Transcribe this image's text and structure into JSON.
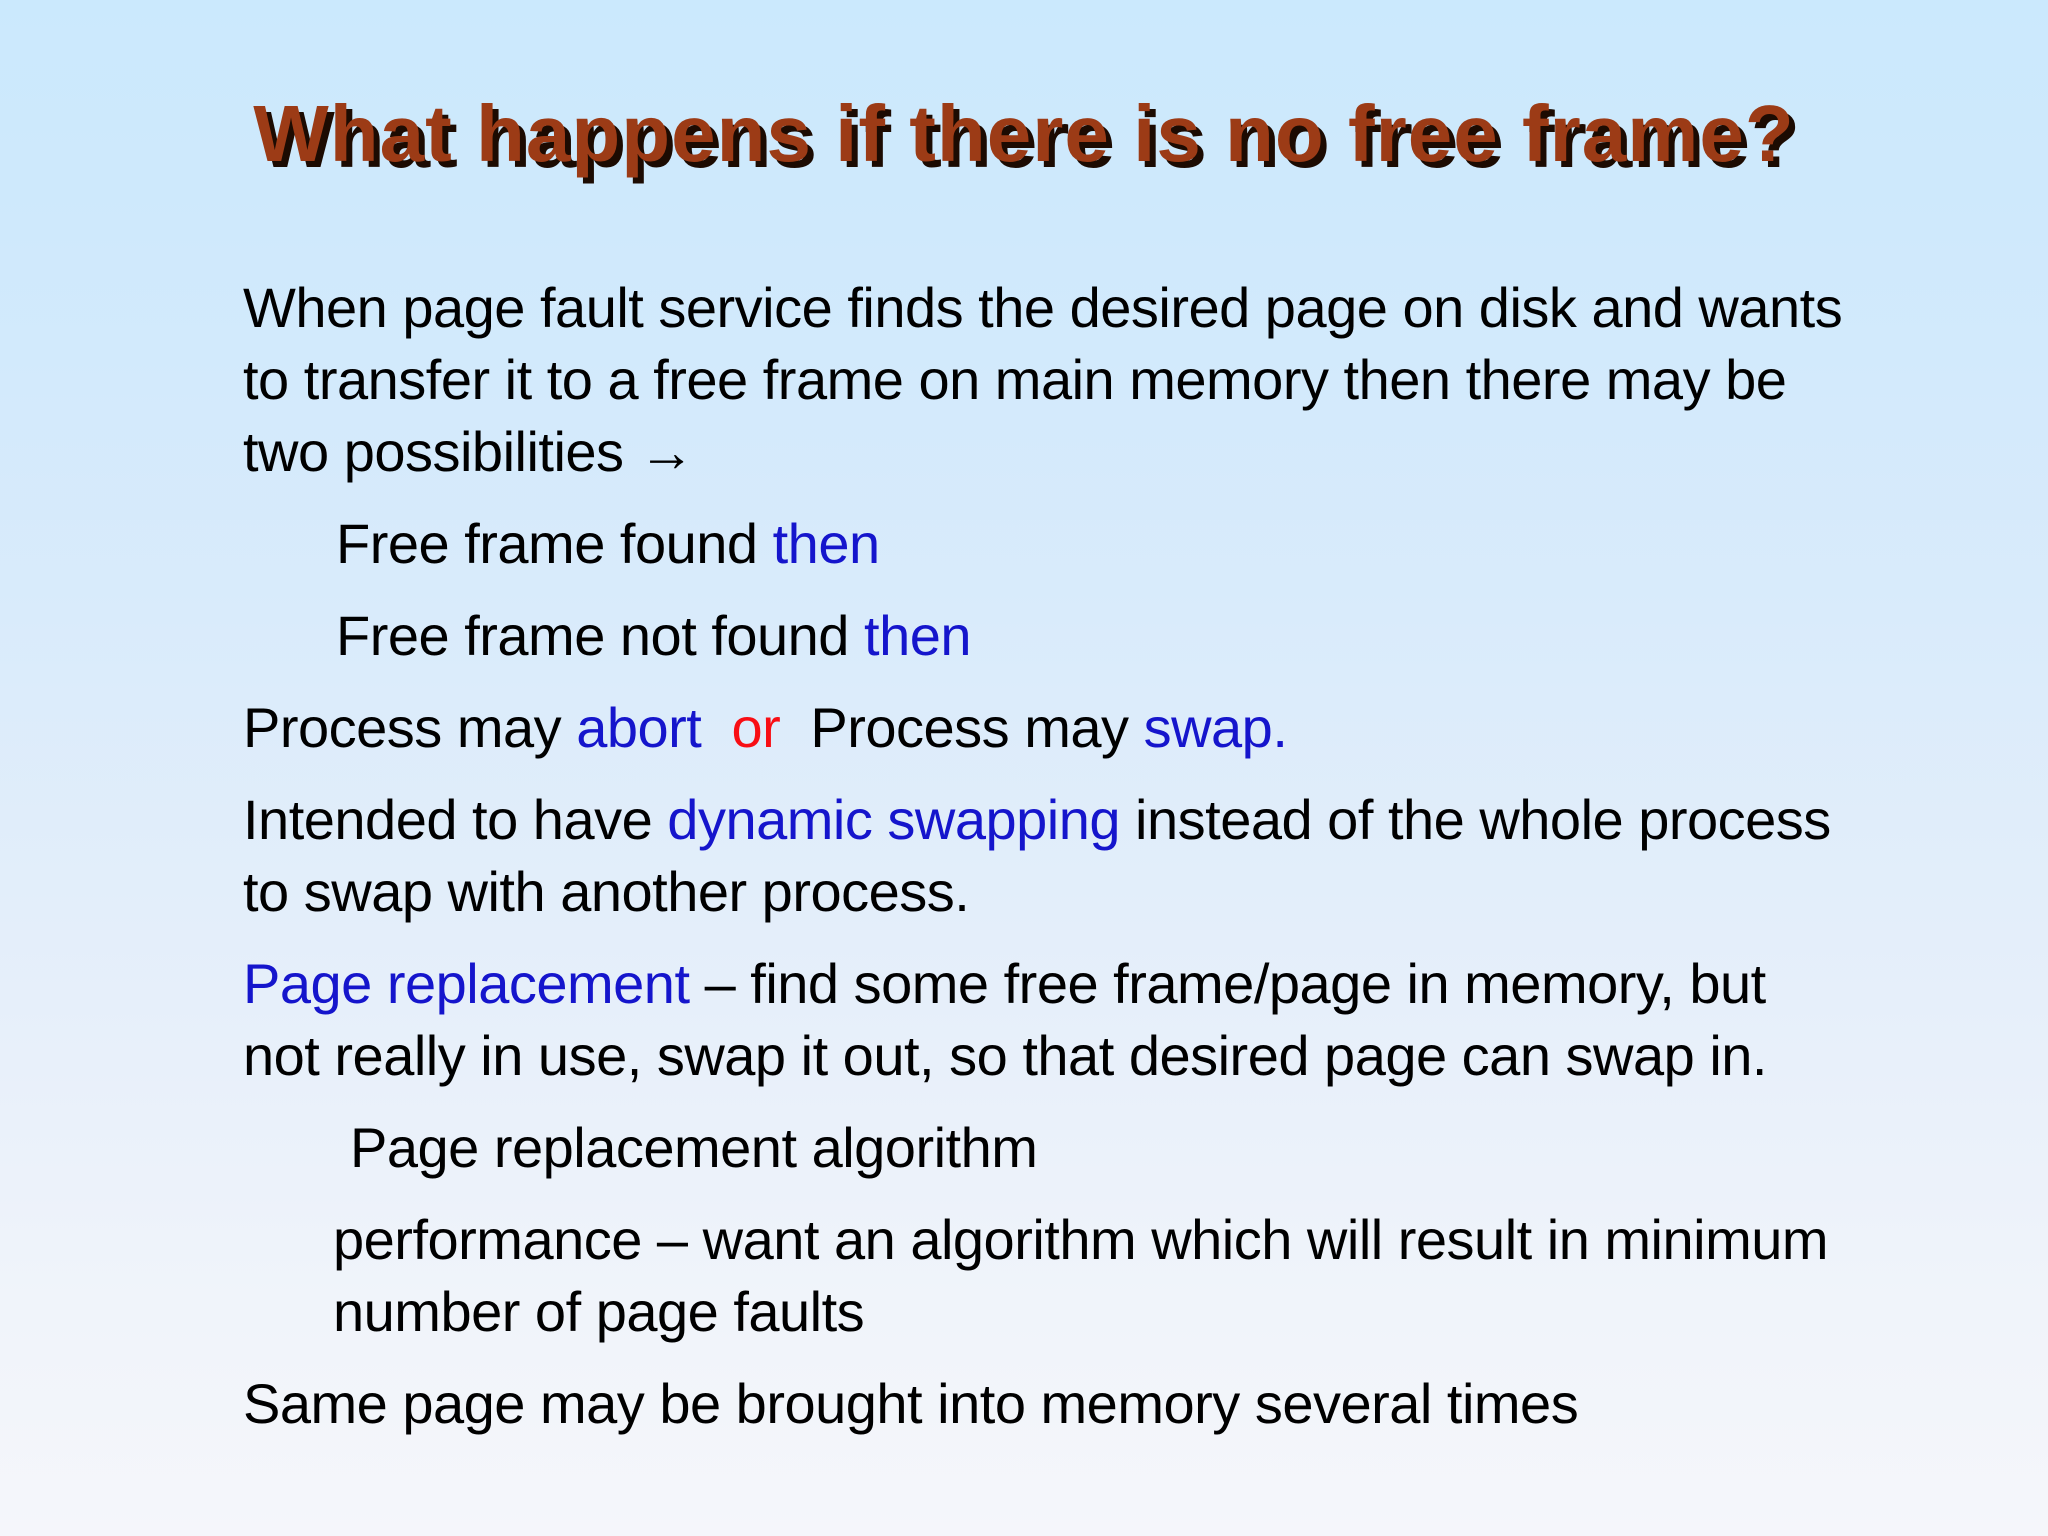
{
  "slide": {
    "title": "What happens if there is no free frame?",
    "palette": {
      "title_color": "#9C3B16",
      "title_shadow": "#1C0B02",
      "body_text": "#000000",
      "accent_blue": "#1515CC",
      "accent_red": "#F80E14",
      "background_top": "#CBE9FD",
      "background_bottom": "#F5F6FB"
    },
    "icons": {
      "right_arrow": "→"
    },
    "content": {
      "lines": [
        {
          "runs": [
            {
              "text": "When page fault service finds the desired page on disk and wants",
              "color": "black"
            }
          ]
        },
        {
          "runs": [
            {
              "text": "to transfer it to a free frame on main memory then there may be",
              "color": "black"
            }
          ]
        },
        {
          "runs": [
            {
              "text": "two possibilities ",
              "color": "black"
            },
            {
              "text": "→",
              "color": "black"
            }
          ]
        },
        {
          "runs": [
            {
              "text": "Free frame found ",
              "color": "black"
            },
            {
              "text": "then",
              "color": "blue"
            }
          ]
        },
        {
          "runs": [
            {
              "text": "Free frame not found ",
              "color": "black"
            },
            {
              "text": "then",
              "color": "blue"
            }
          ]
        },
        {
          "runs": [
            {
              "text": "Process may ",
              "color": "black"
            },
            {
              "text": "abort",
              "color": "blue"
            },
            {
              "text": "  ",
              "color": "black"
            },
            {
              "text": "or",
              "color": "red"
            },
            {
              "text": "  Process may ",
              "color": "black"
            },
            {
              "text": "swap.",
              "color": "blue"
            }
          ]
        },
        {
          "runs": [
            {
              "text": "Intended to have ",
              "color": "black"
            },
            {
              "text": "dynamic swapping",
              "color": "blue"
            },
            {
              "text": " instead of the whole process",
              "color": "black"
            }
          ]
        },
        {
          "runs": [
            {
              "text": "to swap with another process.",
              "color": "black"
            }
          ]
        },
        {
          "runs": [
            {
              "text": "Page replacement",
              "color": "blue"
            },
            {
              "text": " – find some free frame/page in memory, but",
              "color": "black"
            }
          ]
        },
        {
          "runs": [
            {
              "text": "not really in use, swap it out, so that desired page can swap in.",
              "color": "black"
            }
          ]
        },
        {
          "runs": [
            {
              "text": "Page replacement algorithm",
              "color": "black"
            }
          ]
        },
        {
          "runs": [
            {
              "text": "performance – want an algorithm which will result in minimum",
              "color": "black"
            }
          ]
        },
        {
          "runs": [
            {
              "text": "number of page faults",
              "color": "black"
            }
          ]
        },
        {
          "runs": [
            {
              "text": "Same page may be brought into memory several times",
              "color": "black"
            }
          ]
        }
      ]
    }
  }
}
